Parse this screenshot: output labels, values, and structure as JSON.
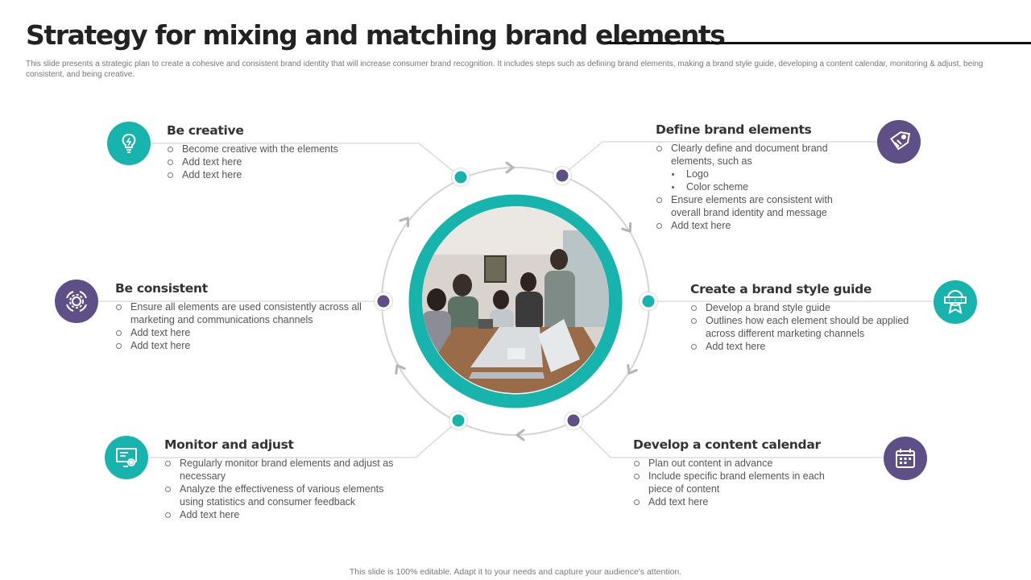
{
  "title": "Strategy for mixing and matching brand elements",
  "subtitle": "This slide presents a strategic plan to create a cohesive and consistent brand identity that will increase consumer brand recognition. It includes steps such as defining brand elements, making a brand style guide, developing a content calendar, monitoring & adjust, being consistent, and being creative.",
  "footer": "This slide is 100% editable. Adapt it to your needs and capture your audience's attention.",
  "colors": {
    "teal": "#17b4ae",
    "purple": "#5e5087",
    "connector": "#cccccc"
  },
  "center_image": "team-meeting-photo",
  "steps": {
    "be_creative": {
      "heading": "Be creative",
      "icon": "lightbulb-icon",
      "color": "teal",
      "items": [
        "Become creative with the elements",
        "Add text here",
        "Add text here"
      ]
    },
    "define_brand_elements": {
      "heading": "Define brand elements",
      "icon": "price-tag-icon",
      "color": "purple",
      "items": [
        "Clearly define and document brand elements, such as",
        "Logo",
        "Color scheme",
        "Ensure elements are consistent with overall brand identity and message",
        "Add text here"
      ]
    },
    "be_consistent": {
      "heading": "Be consistent",
      "icon": "cycle-gear-icon",
      "color": "purple",
      "items": [
        "Ensure all elements are used consistently across all marketing and communications channels",
        "Add text here",
        "Add text here"
      ]
    },
    "brand_style_guide": {
      "heading": "Create a brand style guide",
      "icon": "award-badge-icon",
      "color": "teal",
      "items": [
        "Develop a brand style guide",
        "Outlines how each element should be applied across different marketing channels",
        "Add text here"
      ]
    },
    "monitor_adjust": {
      "heading": "Monitor and adjust",
      "icon": "monitor-gear-icon",
      "color": "teal",
      "items": [
        "Regularly monitor brand elements and adjust as necessary",
        "Analyze the effectiveness of various elements using statistics and consumer feedback",
        "Add text here"
      ]
    },
    "content_calendar": {
      "heading": "Develop a content calendar",
      "icon": "calendar-icon",
      "color": "purple",
      "items": [
        "Plan out content in advance",
        "Include specific brand elements in each piece of content",
        "Add text here"
      ]
    }
  }
}
